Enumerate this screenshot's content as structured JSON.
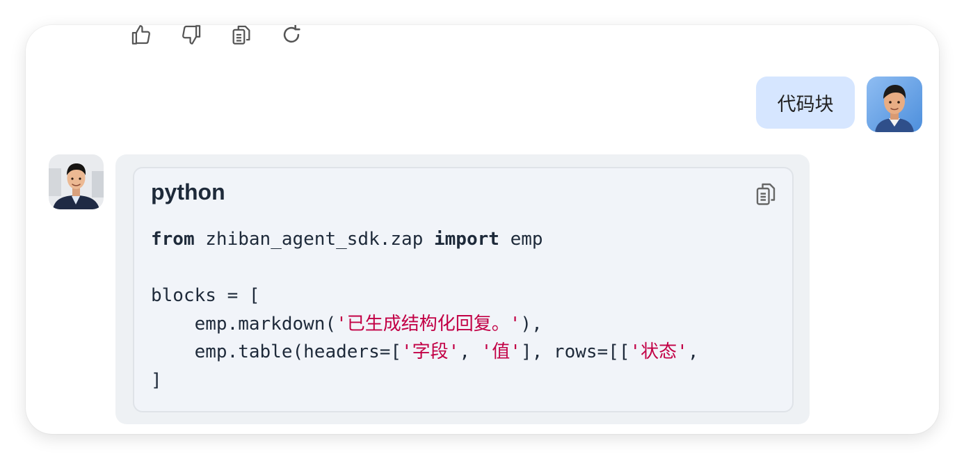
{
  "action_bar": {
    "icons": [
      "thumbs-up-icon",
      "thumbs-down-icon",
      "copy-icon",
      "refresh-icon"
    ]
  },
  "user_message": {
    "text": "代码块"
  },
  "bot_message": {
    "code_block": {
      "language": "python",
      "lines": {
        "l1_kw1": "from",
        "l1_mod": " zhiban_agent_sdk.zap ",
        "l1_kw2": "import",
        "l1_name": " emp",
        "l3": "blocks = [",
        "l4_pre": "    emp.markdown(",
        "l4_str": "'已生成结构化回复。'",
        "l4_post": "),",
        "l5_pre": "    emp.table(headers=[",
        "l5_str1": "'字段'",
        "l5_mid1": ", ",
        "l5_str2": "'值'",
        "l5_mid2": "], rows=[[",
        "l5_str3": "'状态'",
        "l5_post": ",",
        "l6": "]"
      }
    }
  },
  "colors": {
    "user_bubble": "#d6e6ff",
    "bot_bubble": "#eef1f4",
    "code_bg": "#f1f4f9",
    "string": "#c20045"
  }
}
